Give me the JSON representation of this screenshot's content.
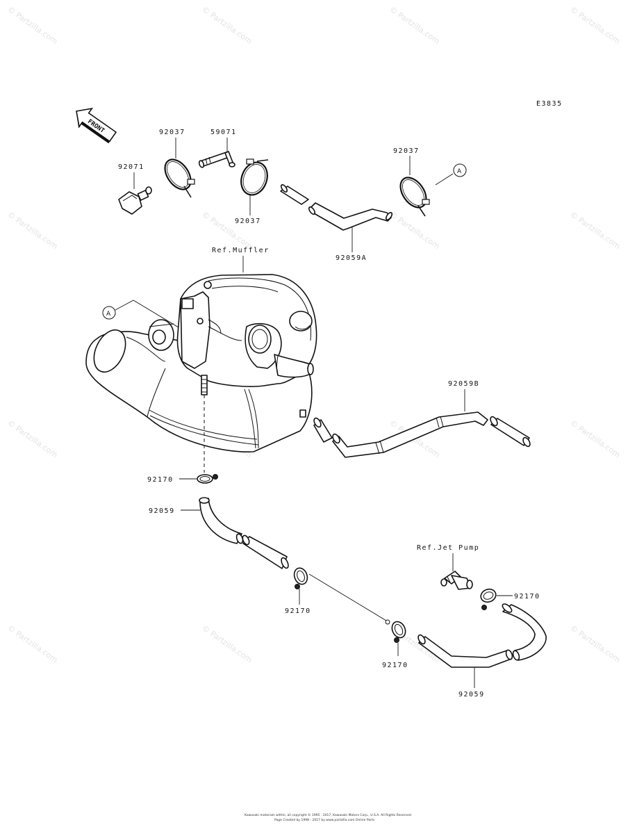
{
  "diagram_code": "E3835",
  "front_arrow_label": "FRONT",
  "callout_a": "A",
  "labels": {
    "p92071": "92071",
    "p92037_top": "92037",
    "p59071": "59071",
    "p92037_mid": "92037",
    "p92037_right": "92037",
    "p92059a": "92059A",
    "ref_muffler": "Ref.Muffler",
    "p92059b": "92059B",
    "p92170_left": "92170",
    "p92059_left": "92059",
    "p92170_center": "92170",
    "ref_jet_pump": "Ref.Jet Pump",
    "p92170_right": "92170",
    "p92170_bottom": "92170",
    "p92059_bottom": "92059"
  },
  "watermark_text": "© Partzilla.com",
  "copyright_line1": "Kawasaki materials within, all copyright © 1995 - 2017, Kawasaki Motors Corp., U.S.A. All Rights Reserved.",
  "copyright_line2": "Page Created by 1998 - 2017 by www.partzilla.com Online Parts"
}
